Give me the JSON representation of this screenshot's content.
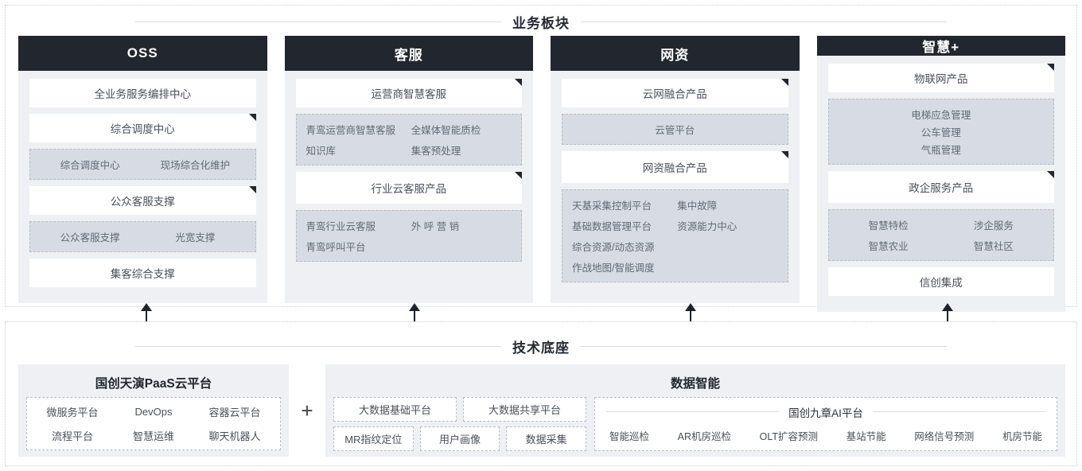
{
  "business": {
    "title": "业务板块",
    "columns": [
      {
        "header": "OSS",
        "blocks": [
          {
            "title": "全业务服务编排中心",
            "corner": false,
            "items": []
          },
          {
            "title": "综合调度中心",
            "corner": true,
            "items": [
              "综合调度中心",
              "现场综合化维护"
            ]
          },
          {
            "title": "公众客服支撑",
            "corner": true,
            "items": [
              "公众客服支撑",
              "光宽支撑"
            ]
          },
          {
            "title": "集客综合支撑",
            "corner": false,
            "items": []
          }
        ]
      },
      {
        "header": "客服",
        "blocks": [
          {
            "title": "运营商智慧客服",
            "corner": true,
            "items": [
              "青鸾运营商智慧客服",
              "全媒体智能质检",
              "知识库",
              "集客预处理"
            ]
          },
          {
            "title": "行业云客服产品",
            "corner": true,
            "items": [
              "青鸾行业云客服",
              "外 呼 营 销",
              "青鸾呼叫平台",
              ""
            ]
          }
        ]
      },
      {
        "header": "网资",
        "blocks": [
          {
            "title": "云网融合产品",
            "corner": true,
            "items": [
              "云管平台"
            ]
          },
          {
            "title": "网资融合产品",
            "corner": true,
            "items": [
              "天基采集控制平台",
              "集中故障",
              "基础数据管理平台",
              "资源能力中心",
              "综合资源/动态资源",
              "",
              "作战地图/智能调度",
              ""
            ]
          }
        ]
      },
      {
        "header": "智慧+",
        "blocks": [
          {
            "title": "物联网产品",
            "corner": true,
            "items": [
              "电梯应急管理",
              "公车管理",
              "气瓶管理"
            ]
          },
          {
            "title": "政企服务产品",
            "corner": true,
            "items": [
              "智慧特检",
              "涉企服务",
              "智慧农业",
              "智慧社区"
            ]
          },
          {
            "title": "信创集成",
            "corner": false,
            "items": []
          }
        ]
      }
    ]
  },
  "tech": {
    "title": "技术底座",
    "paas": {
      "title": "国创天演PaaS云平台",
      "items": [
        "微服务平台",
        "DevOps",
        "容器云平台",
        "流程平台",
        "智慧运维",
        "聊天机器人"
      ]
    },
    "plus_symbol": "+",
    "data": {
      "title": "数据智能",
      "chips_row1": [
        "大数据基础平台",
        "大数据共享平台"
      ],
      "chips_row2": [
        "MR指纹定位",
        "用户画像",
        "数据采集"
      ],
      "ai": {
        "title": "国创九章AI平台",
        "items": [
          "智能巡检",
          "AR机房巡检",
          "OLT扩容预测",
          "基站节能",
          "网络信号预测",
          "机房节能"
        ]
      }
    }
  },
  "colors": {
    "header_dark": "#22262e",
    "column_bg": "#eef0f3",
    "sub_panel_bg": "#d7dce4",
    "text_muted": "#636a75"
  }
}
